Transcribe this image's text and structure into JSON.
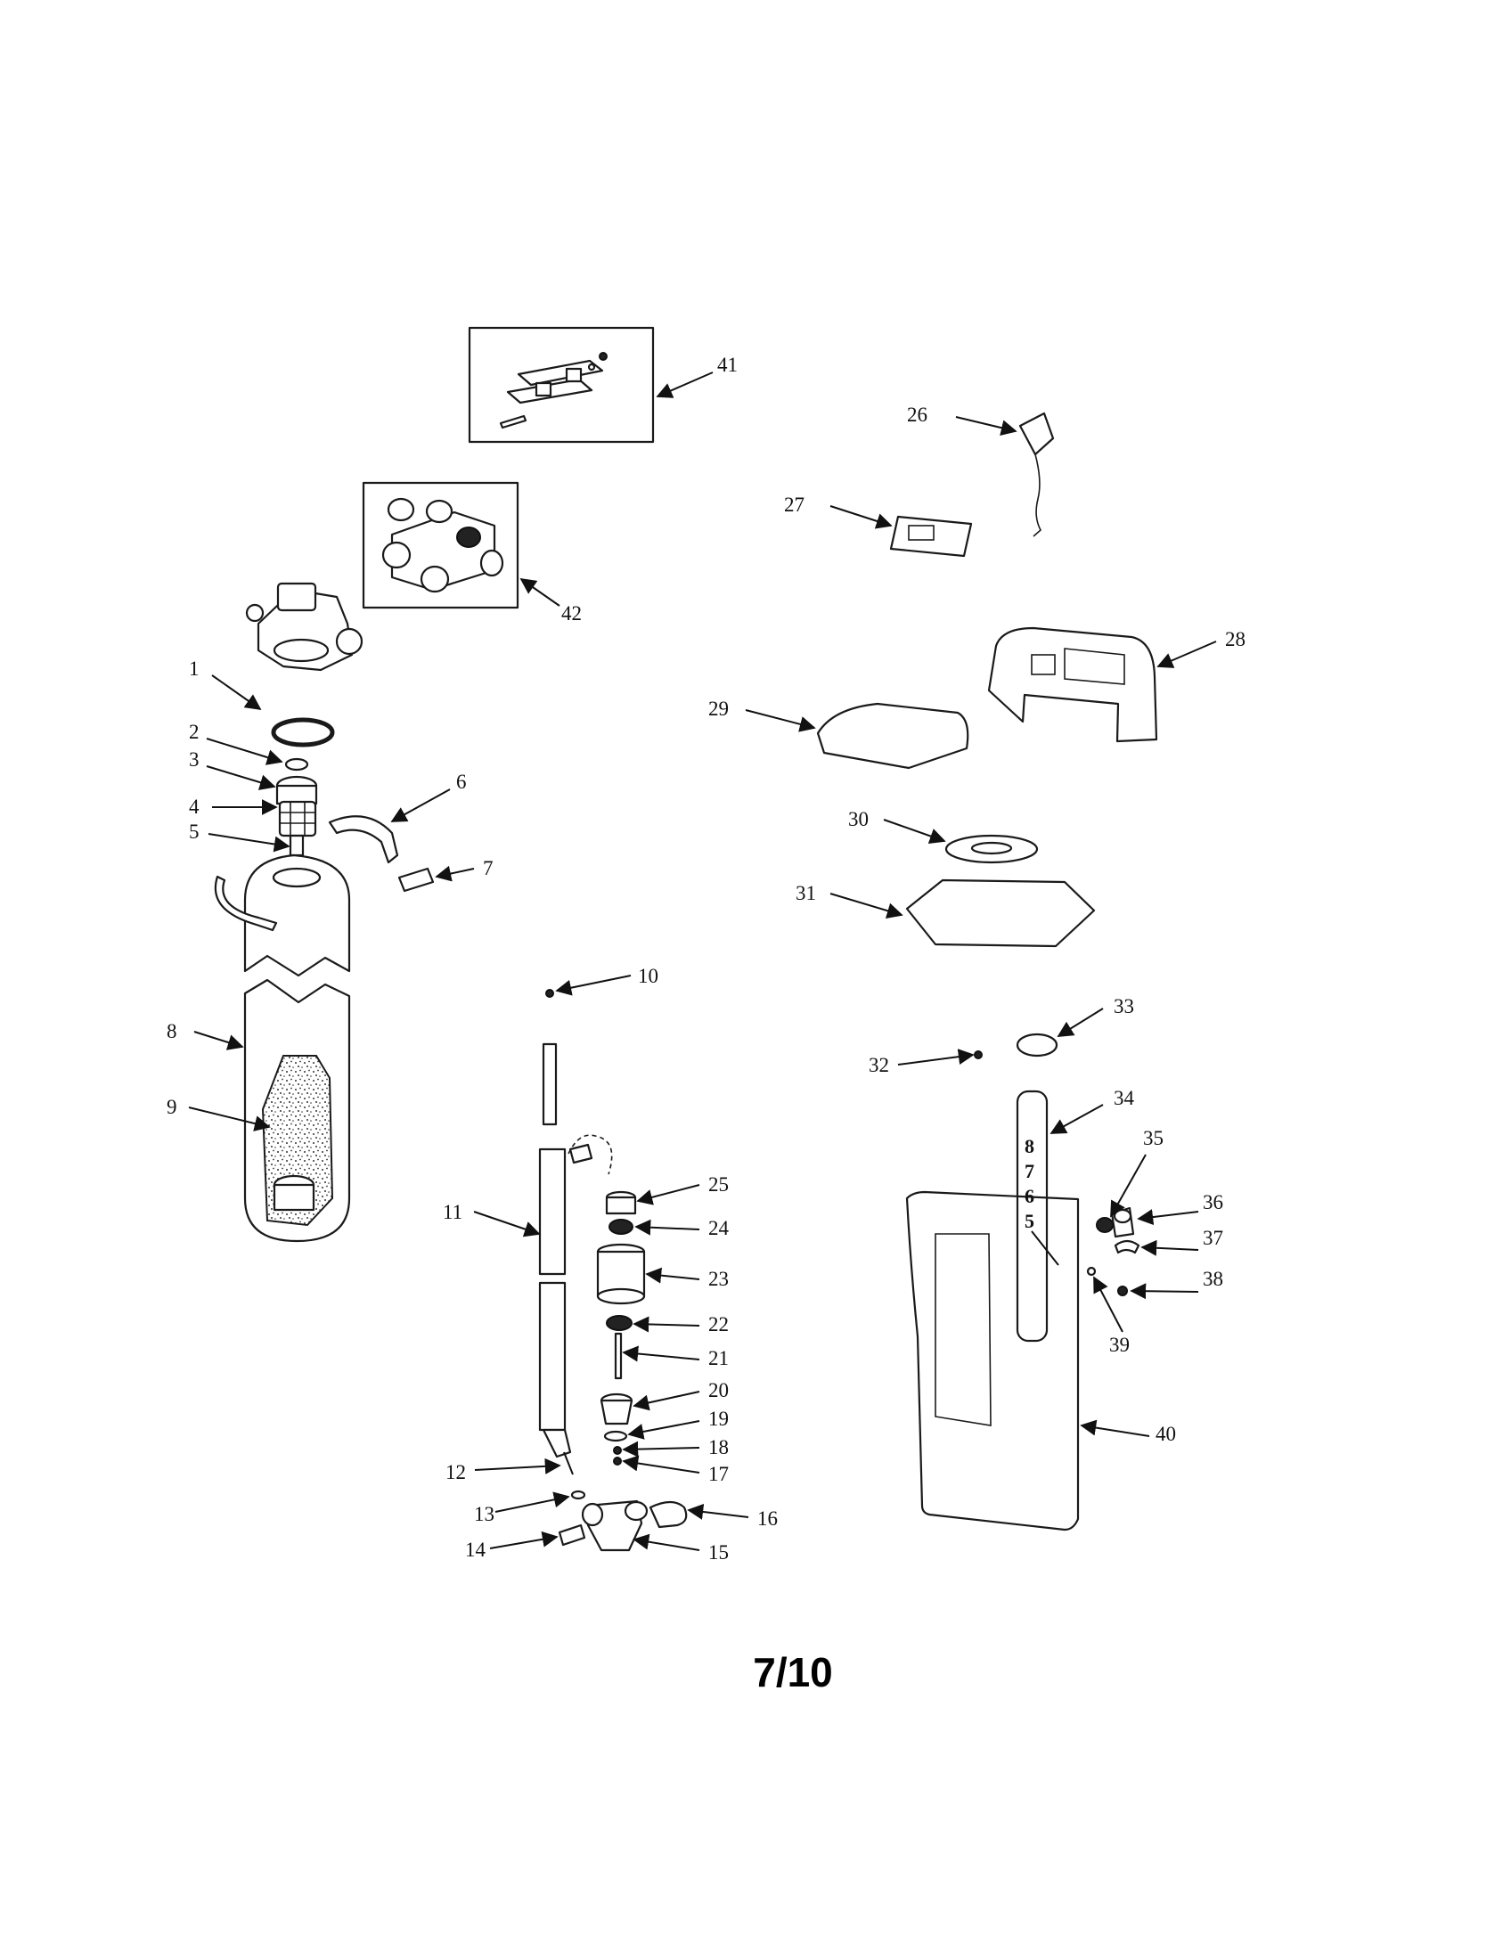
{
  "callouts": [
    "1",
    "2",
    "3",
    "4",
    "5",
    "6",
    "7",
    "8",
    "9",
    "10",
    "11",
    "12",
    "13",
    "14",
    "15",
    "16",
    "17",
    "18",
    "19",
    "20",
    "21",
    "22",
    "23",
    "24",
    "25",
    "26",
    "27",
    "28",
    "29",
    "30",
    "31",
    "32",
    "33",
    "34",
    "35",
    "36",
    "37",
    "38",
    "39",
    "40",
    "41",
    "42"
  ],
  "tube_scale": [
    "8",
    "7",
    "6",
    "5"
  ],
  "page_number": "7/10"
}
